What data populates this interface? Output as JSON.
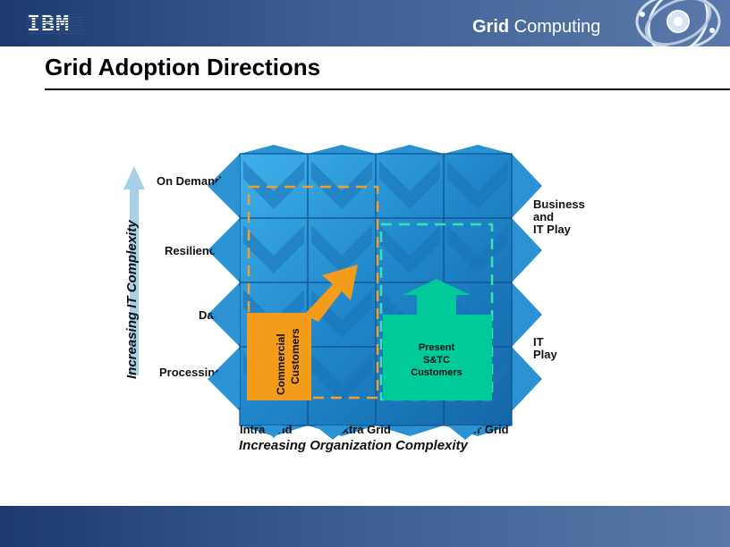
{
  "header": {
    "logo_text": "IBM",
    "product_bold": "Grid",
    "product_rest": " Computing"
  },
  "slide": {
    "title": "Grid Adoption Directions"
  },
  "diagram": {
    "y_axis_label": "Increasing IT Complexity",
    "x_axis_label": "Increasing Organization Complexity",
    "rows": [
      "On Demand",
      "Resilience",
      "Data",
      "Processing"
    ],
    "columns": [
      "Intra Grid",
      "Extra Grid",
      "Inter Grid"
    ],
    "right_labels": {
      "top": [
        "Business",
        "and",
        "IT Play"
      ],
      "bottom": [
        "IT",
        "Play"
      ]
    },
    "commercial_box": [
      "Commercial",
      "Customers"
    ],
    "stc_box": [
      "Present",
      "S&TC",
      "Customers"
    ],
    "colors": {
      "tile": "#1b7fc4",
      "tile_light": "#3aa8e4",
      "commercial": "#f39c1b",
      "stc": "#00c99a",
      "axis_arrow": "#a8cfe6"
    }
  }
}
